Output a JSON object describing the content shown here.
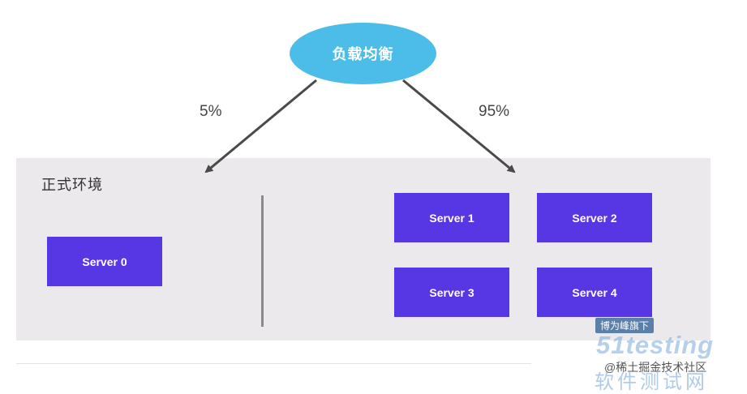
{
  "load_balancer": {
    "label": "负载均衡",
    "color": "#4bbde8"
  },
  "routes": {
    "left_percent": "5%",
    "right_percent": "95%"
  },
  "environment": {
    "title": "正式环境"
  },
  "servers": [
    {
      "label": "Server 0"
    },
    {
      "label": "Server 1"
    },
    {
      "label": "Server 2"
    },
    {
      "label": "Server 3"
    },
    {
      "label": "Server 4"
    }
  ],
  "colors": {
    "server": "#5736e3",
    "panel": "#ebe9eb",
    "arrow": "#4a4a4a"
  },
  "watermark": {
    "badge": "博为峰旗下",
    "logo": "51testing",
    "handle": "@稀土掘金技术社区",
    "site": "软件测试网"
  }
}
